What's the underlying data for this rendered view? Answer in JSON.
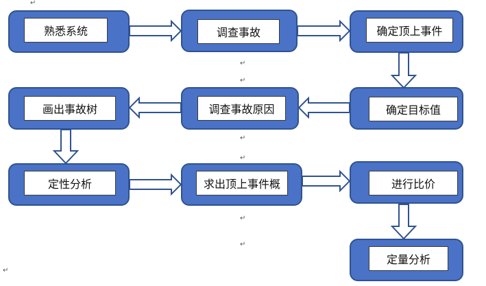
{
  "colors": {
    "box_fill": "#4a72c6",
    "box_border": "#2f528f",
    "arrow_fill": "#ffffff",
    "arrow_stroke": "#2f528f"
  },
  "steps": {
    "s1": "熟悉系统",
    "s2": "调查事故",
    "s3": "确定顶上事件",
    "s4": "确定目标值",
    "s5": "调查事故原因",
    "s6": "画出事故树",
    "s7": "定性分析",
    "s8": "求出顶上事件概",
    "s9": "进行比价",
    "s10": "定量分析"
  },
  "paragraph_mark": "↵"
}
